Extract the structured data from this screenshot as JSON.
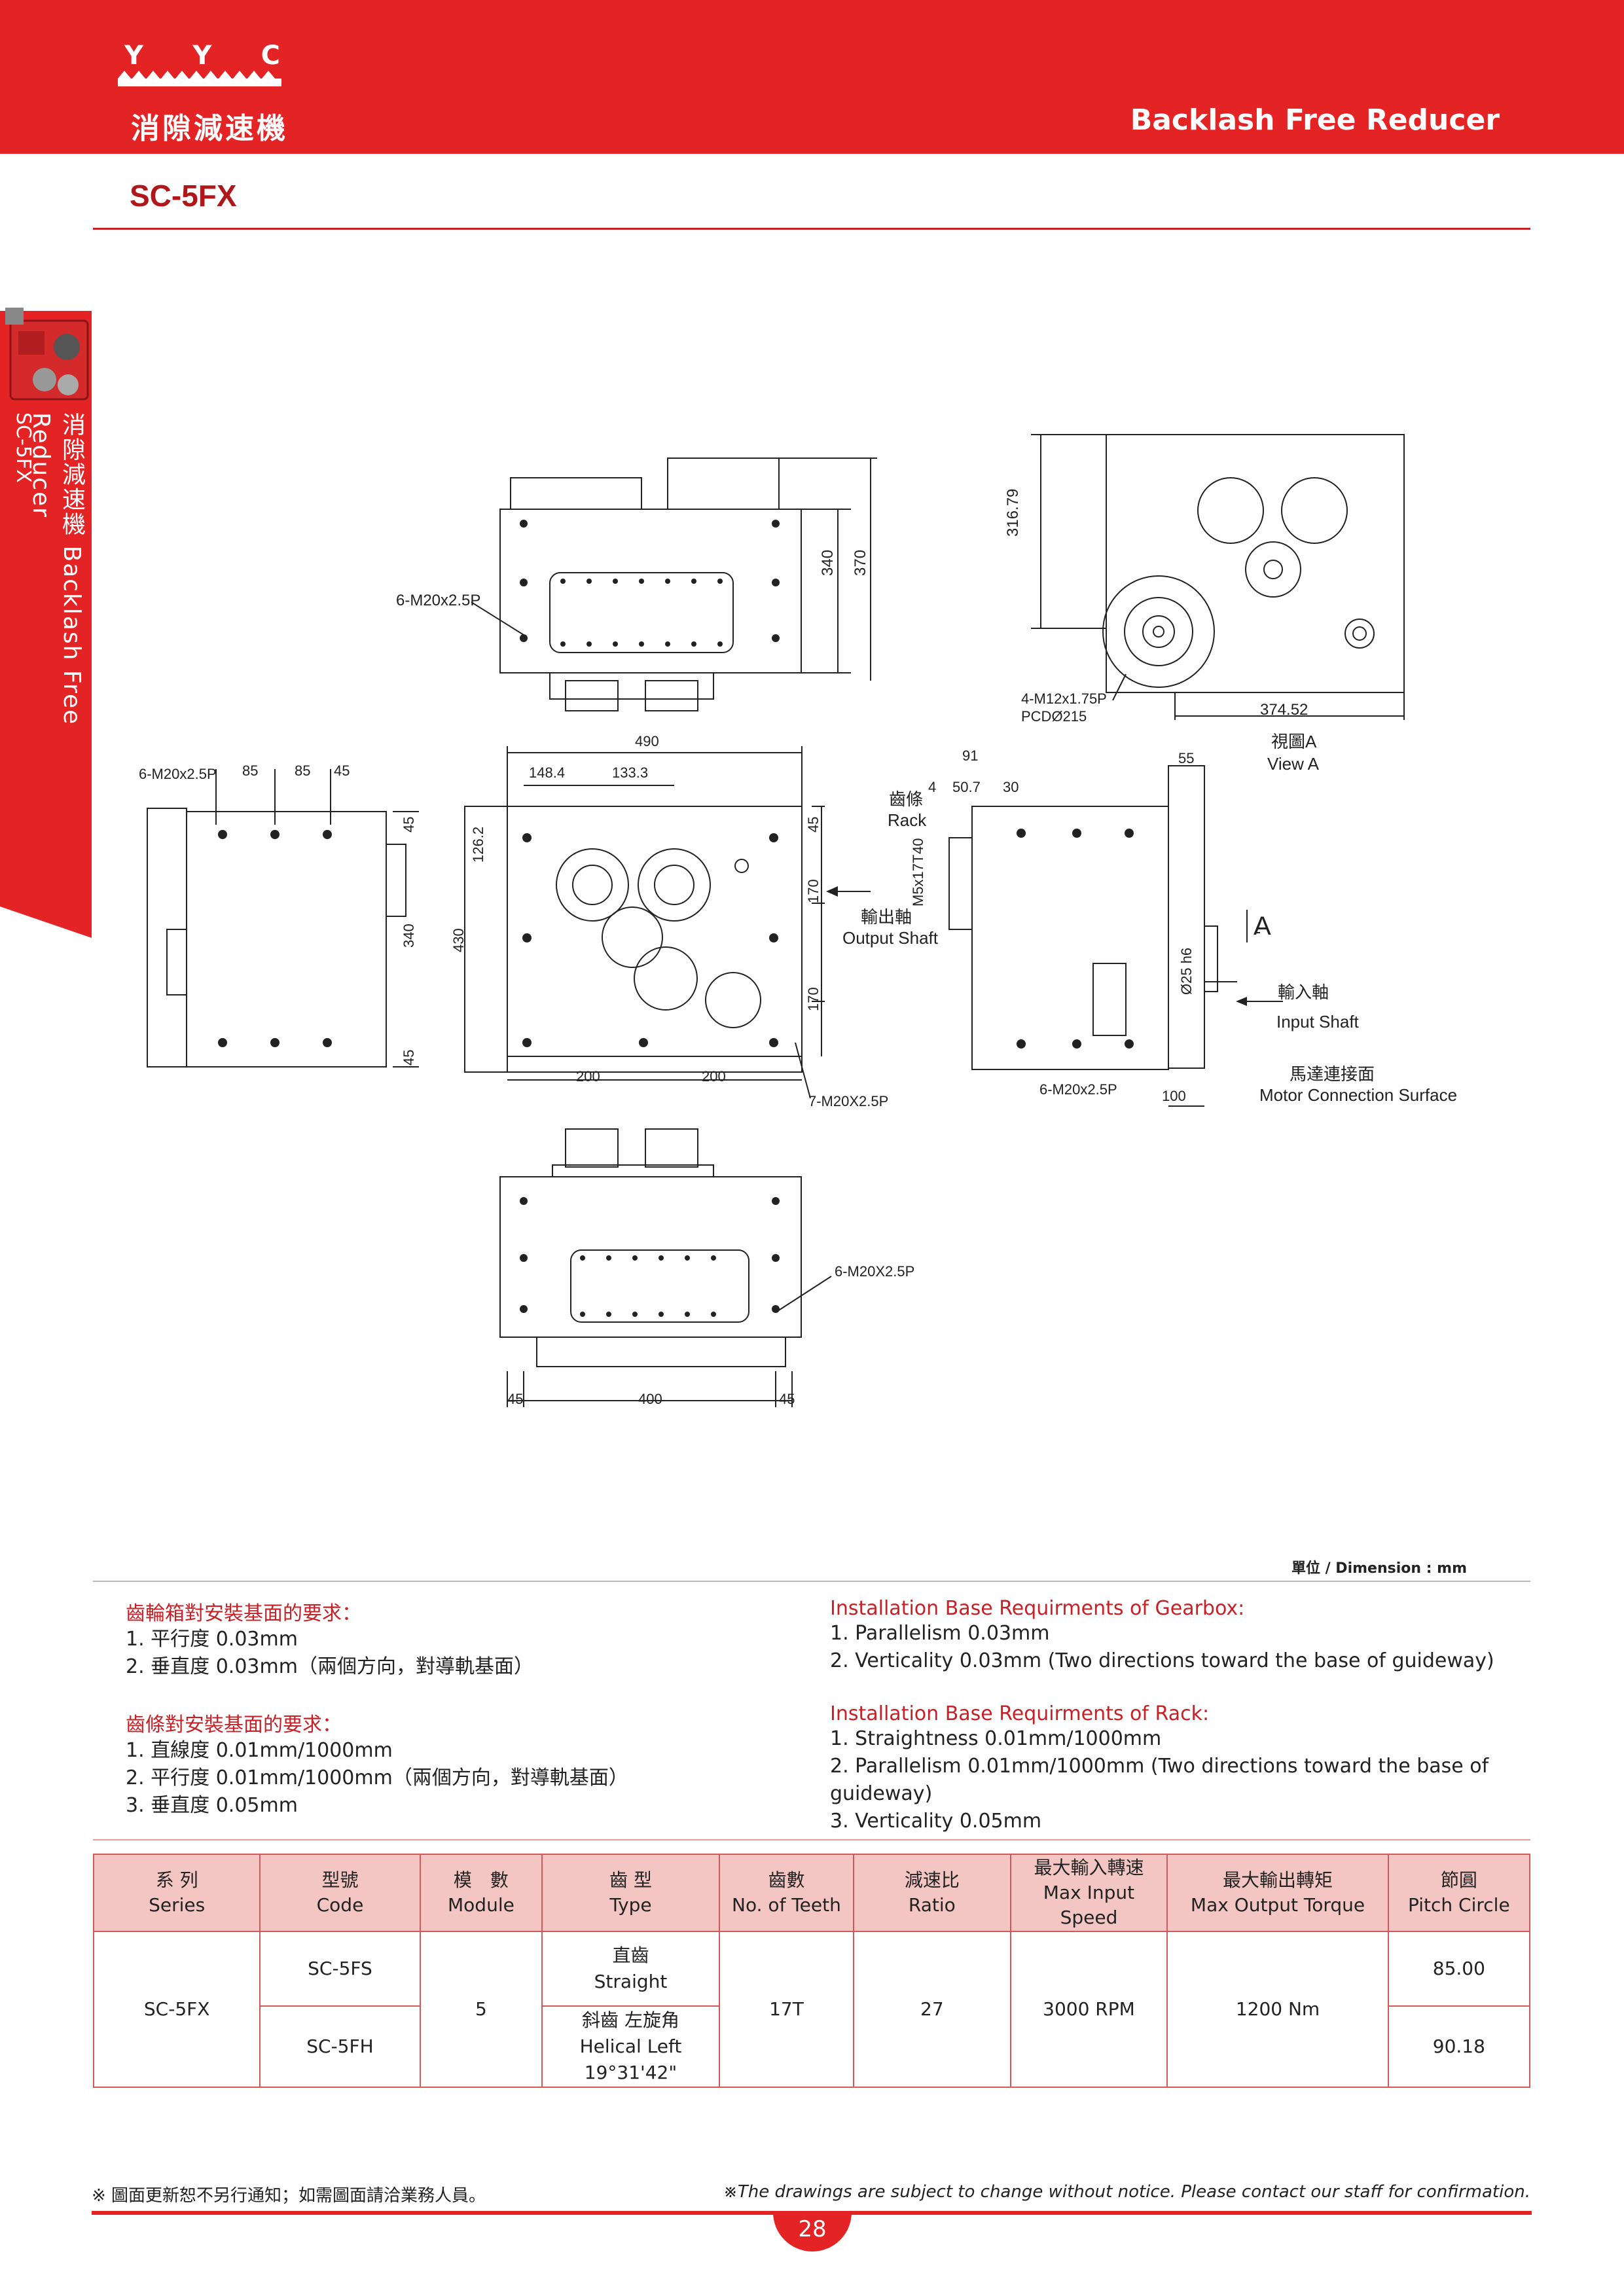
{
  "header": {
    "brand_letters": [
      "Y",
      "Y",
      "C"
    ],
    "title_zh": "消隙減速機",
    "title_en": "Backlash Free Reducer"
  },
  "model": "SC-5FX",
  "side_tab": {
    "label_zh_en": "消隙減速機 Backlash Free Reducer",
    "model": "SC-5FX"
  },
  "drawing": {
    "top_view": {
      "hole_label": "6-M20x2.5P",
      "dim_340": "340",
      "dim_370": "370"
    },
    "view_a": {
      "dim_height": "316.79",
      "dim_width": "374.52",
      "hole_label": "4-M12x1.75P",
      "pcd_label": "PCDØ215",
      "title_zh": "視圖A",
      "title_en": "View A"
    },
    "front_view": {
      "dim_490": "490",
      "dim_148": "148.4",
      "dim_133": "133.3",
      "dim_126": "126.2",
      "dim_430": "430",
      "dim_170a": "170",
      "dim_170b": "170",
      "dim_45": "45",
      "dim_200a": "200",
      "dim_200b": "200",
      "hole_label": "7-M20X2.5P",
      "output_zh": "輸出軸",
      "output_en": "Output Shaft"
    },
    "left_view": {
      "hole_label": "6-M20x2.5P",
      "dim_85a": "85",
      "dim_85b": "85",
      "dim_45": "45",
      "dim_45b": "45",
      "dim_45c": "45",
      "dim_340": "340"
    },
    "right_view": {
      "dim_91": "91",
      "dim_4": "4",
      "dim_507": "50.7",
      "dim_30": "30",
      "dim_55": "55",
      "rack_zh": "齒條",
      "rack_en": "Rack",
      "rack_spec": "M5x17T",
      "dim_40": "40",
      "shaft_dia": "Ø25 h6",
      "arrow_a": "A",
      "input_zh": "輸入軸",
      "input_en": "Input Shaft",
      "motor_zh": "馬達連接面",
      "motor_en": "Motor Connection Surface",
      "hole_label": "6-M20x2.5P",
      "dim_100": "100"
    },
    "bottom_view": {
      "hole_label": "6-M20X2.5P",
      "dim_45a": "45",
      "dim_400": "400",
      "dim_45b": "45"
    }
  },
  "dimension_note": "單位 / Dimension : mm",
  "requirements": {
    "gearbox_zh": {
      "heading": "齒輪箱對安裝基面的要求：",
      "lines": [
        "1. 平行度 0.03mm",
        "2. 垂直度 0.03mm（兩個方向，對導軌基面）"
      ]
    },
    "rack_zh": {
      "heading": "齒條對安裝基面的要求：",
      "lines": [
        "1. 直線度 0.01mm/1000mm",
        "2. 平行度 0.01mm/1000mm（兩個方向，對導軌基面）",
        "3. 垂直度 0.05mm"
      ]
    },
    "gearbox_en": {
      "heading": "Installation Base Requirments of Gearbox:",
      "lines": [
        "1. Parallelism 0.03mm",
        "2. Verticality 0.03mm (Two directions toward the base of guideway)"
      ]
    },
    "rack_en": {
      "heading": "Installation Base Requirments of Rack:",
      "lines": [
        "1. Straightness 0.01mm/1000mm",
        "2. Parallelism 0.01mm/1000mm (Two directions toward the base of guideway)",
        "3. Verticality 0.05mm"
      ]
    }
  },
  "table": {
    "headers": [
      {
        "zh": "系 列",
        "en": "Series"
      },
      {
        "zh": "型號",
        "en": "Code"
      },
      {
        "zh": "模　數",
        "en": "Module"
      },
      {
        "zh": "齒 型",
        "en": "Type"
      },
      {
        "zh": "齒數",
        "en": "No. of  Teeth"
      },
      {
        "zh": "減速比",
        "en": "Ratio"
      },
      {
        "zh": "最大輸入轉速",
        "en": "Max Input Speed"
      },
      {
        "zh": "最大輸出轉矩",
        "en": "Max Output Torque"
      },
      {
        "zh": "節圓",
        "en": "Pitch Circle"
      }
    ],
    "series": "SC-5FX",
    "module": "5",
    "teeth": "17T",
    "ratio": "27",
    "max_input_speed": "3000 RPM",
    "max_output_torque": "1200 Nm",
    "rows": [
      {
        "code": "SC-5FS",
        "type_zh": "直齒",
        "type_en": "Straight",
        "pitch": "85.00"
      },
      {
        "code": "SC-5FH",
        "type_zh": "斜齒 左旋角",
        "type_en": "Helical Left 19°31'42\"",
        "pitch": "90.18"
      }
    ]
  },
  "footer": {
    "note_zh": "※ 圖面更新恕不另行通知；如需圖面請洽業務人員。",
    "note_en": "※The drawings are subject to change without notice. Please contact our staff for confirmation.",
    "page": "28"
  },
  "colors": {
    "brand_red": "#e42325",
    "accent_red": "#c52126",
    "table_header": "#f3c6c3"
  }
}
